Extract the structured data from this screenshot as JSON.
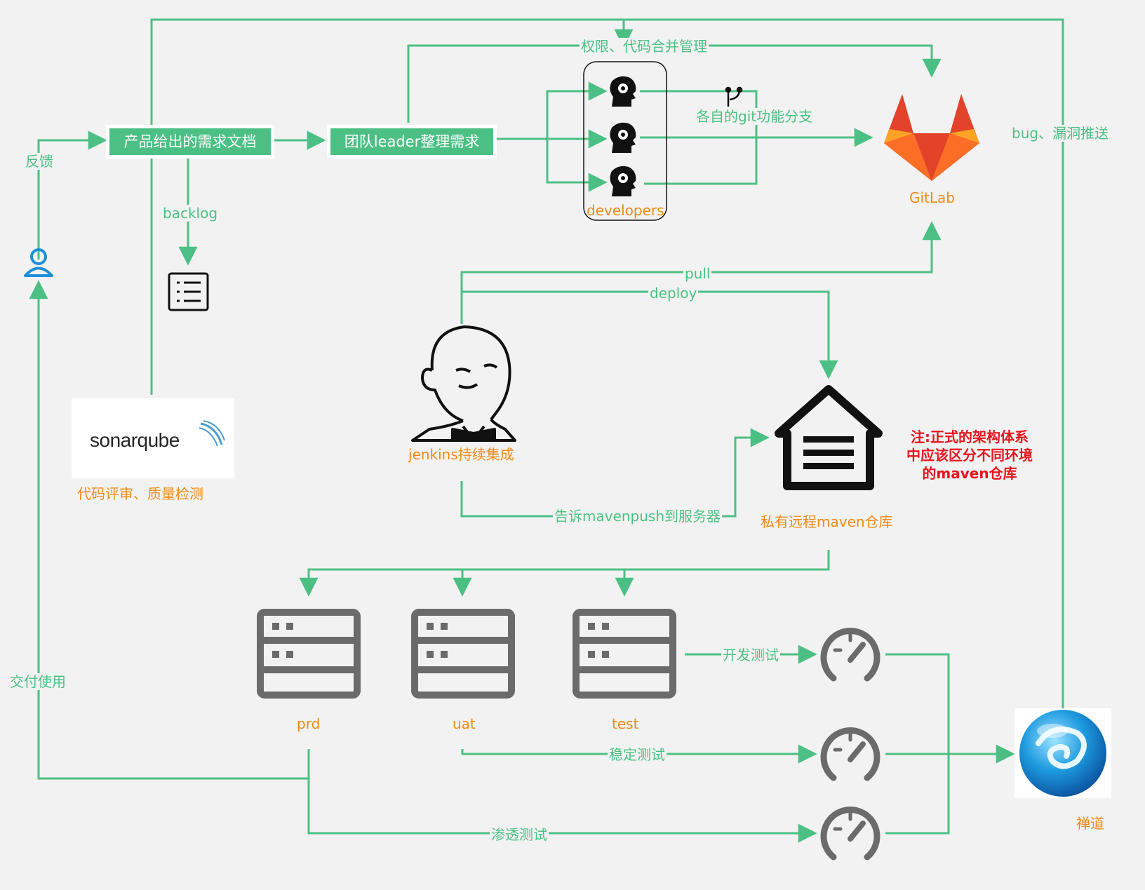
{
  "boxes": {
    "product_doc": "产品给出的需求文档",
    "leader": "团队leader整理需求"
  },
  "labels": {
    "feedback": "反馈",
    "backlog": "backlog",
    "permission": "权限、代码合并管理",
    "branch": "各自的git功能分支",
    "developers": "developers",
    "gitlab": "GitLab",
    "bug_push": "bug、漏洞推送",
    "pull": "pull",
    "deploy": "deploy",
    "jenkins": "jenkins持续集成",
    "tell_maven": "告诉mavenpush到服务器",
    "maven_repo": "私有远程maven仓库",
    "sonar_caption": "代码评审、质量检测",
    "sonar_logo": "sonarqube",
    "delivery": "交付使用",
    "prd": "prd",
    "uat": "uat",
    "test": "test",
    "dev_test": "开发测试",
    "stable_test": "稳定测试",
    "pen_test": "渗透测试",
    "chandao": "禅道"
  },
  "note": {
    "line1": "注:正式的架构体系",
    "line2": "中应该区分不同环境",
    "line3": "的maven仓库"
  },
  "colors": {
    "line": "#4cc084",
    "label_green": "#4cc084",
    "label_orange": "#f08a15",
    "note_red": "#e8141e",
    "server_gray": "#6b6b6b",
    "background": "#f2f2f2"
  },
  "icons": [
    "user-icon",
    "list-icon",
    "brain-gear-icon",
    "git-branch-icon",
    "gitlab-logo-icon",
    "jenkins-logo-icon",
    "warehouse-icon",
    "server-icon",
    "gauge-icon",
    "chandao-logo-icon",
    "sonarqube-logo-icon"
  ]
}
